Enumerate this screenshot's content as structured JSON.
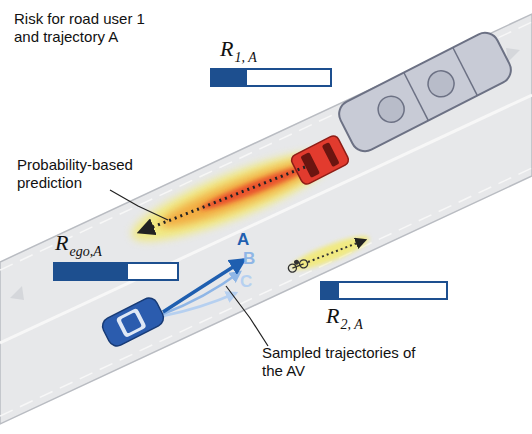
{
  "diagram": {
    "nodes": [
      {
        "text": [
          "R",
          "1, A"
        ]
      },
      {
        "text": [
          "R",
          "ego,A"
        ]
      },
      {
        "text": [
          "R",
          "2, A"
        ]
      }
    ],
    "labels": [
      "Risk for road user 1 and trajectory A",
      "Probability-based prediction",
      "Sampled trajectories of the AV",
      "A",
      "B",
      "C"
    ]
  }
}
